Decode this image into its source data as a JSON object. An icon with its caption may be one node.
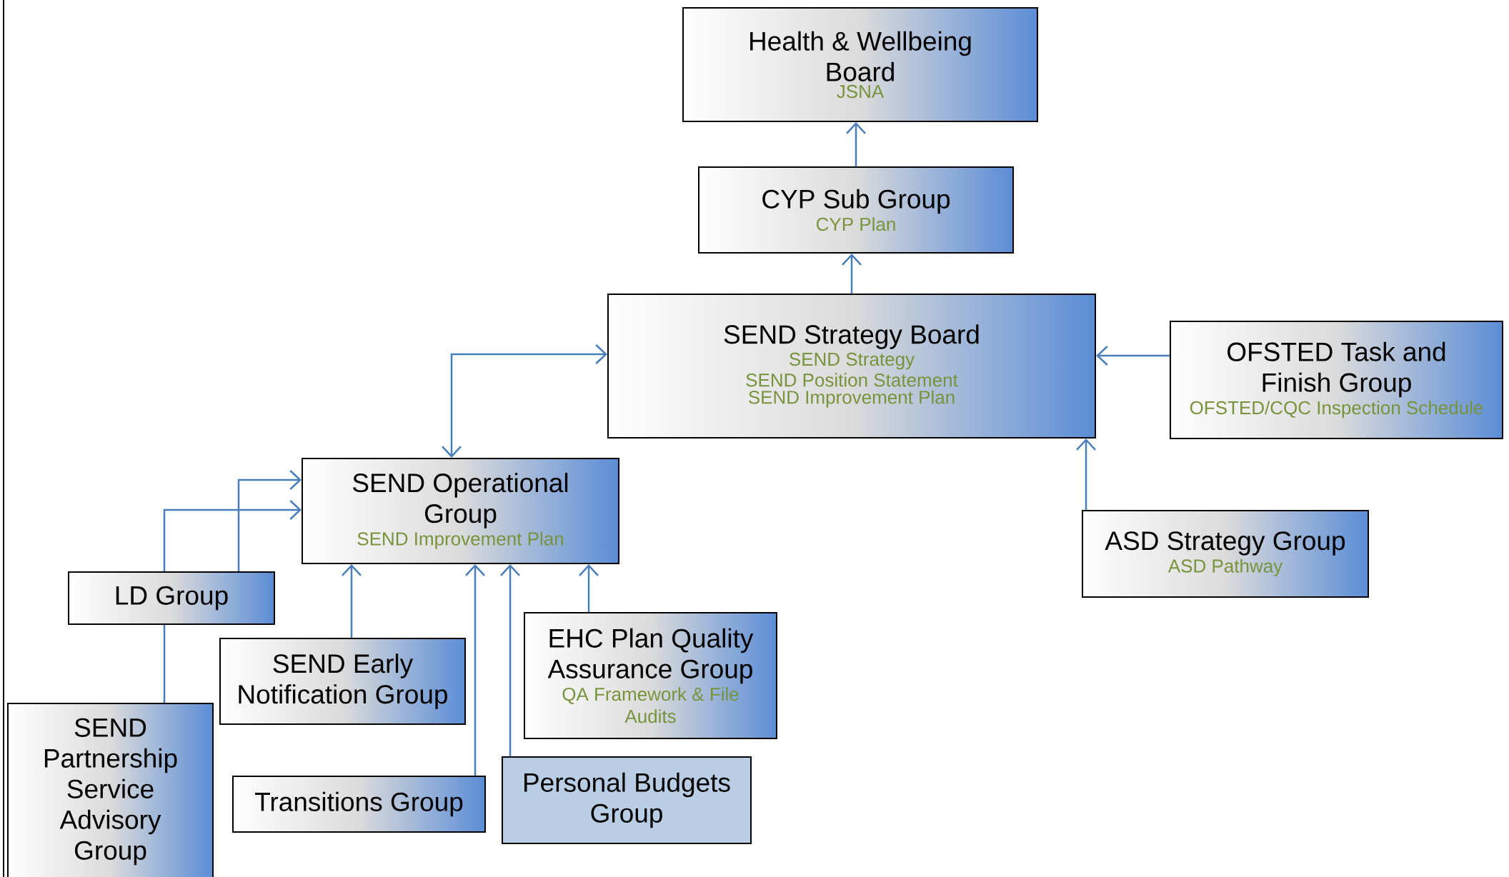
{
  "diagram": {
    "nodes": [
      {
        "text": [
          "Health & Wellbeing Board",
          "JSNA"
        ]
      },
      {
        "text": [
          "CYP Sub Group",
          "CYP Plan"
        ]
      },
      {
        "text": [
          "SEND Strategy Board",
          "SEND Strategy",
          "SEND Position Statement",
          "SEND Improvement Plan"
        ]
      },
      {
        "text": [
          "OFSTED Task and Finish Group",
          "OFSTED/CQC Inspection Schedule"
        ]
      },
      {
        "text": [
          "SEND Operational Group",
          "SEND Improvement Plan"
        ]
      },
      {
        "text": [
          "ASD Strategy Group",
          "ASD Pathway"
        ]
      },
      {
        "text": [
          "LD Group"
        ]
      },
      {
        "text": [
          "SEND Early Notification Group"
        ]
      },
      {
        "text": [
          "EHC Plan Quality Assurance Group",
          "QA Framework & File Audits"
        ]
      },
      {
        "text": [
          "SEND Partnership Service Advisory Group"
        ]
      },
      {
        "text": [
          "Transitions Group"
        ]
      },
      {
        "text": [
          "Personal Budgets Group"
        ]
      }
    ],
    "edges": [
      {
        "from": 1,
        "to": 0,
        "arrow": "to"
      },
      {
        "from": 2,
        "to": 1,
        "arrow": "to"
      },
      {
        "from": 3,
        "to": 2,
        "arrow": "to"
      },
      {
        "from": 5,
        "to": 2,
        "arrow": "to"
      },
      {
        "from": 2,
        "to": 4,
        "arrow": "both"
      },
      {
        "from": 6,
        "to": 4,
        "arrow": "to"
      },
      {
        "from": 6,
        "to": 4,
        "arrow": "to"
      },
      {
        "from": 9,
        "to": 6,
        "arrow": "none"
      },
      {
        "from": 7,
        "to": 4,
        "arrow": "to"
      },
      {
        "from": 10,
        "to": 4,
        "arrow": "to"
      },
      {
        "from": 11,
        "to": 4,
        "arrow": "to"
      },
      {
        "from": 8,
        "to": 4,
        "arrow": "to"
      }
    ]
  }
}
